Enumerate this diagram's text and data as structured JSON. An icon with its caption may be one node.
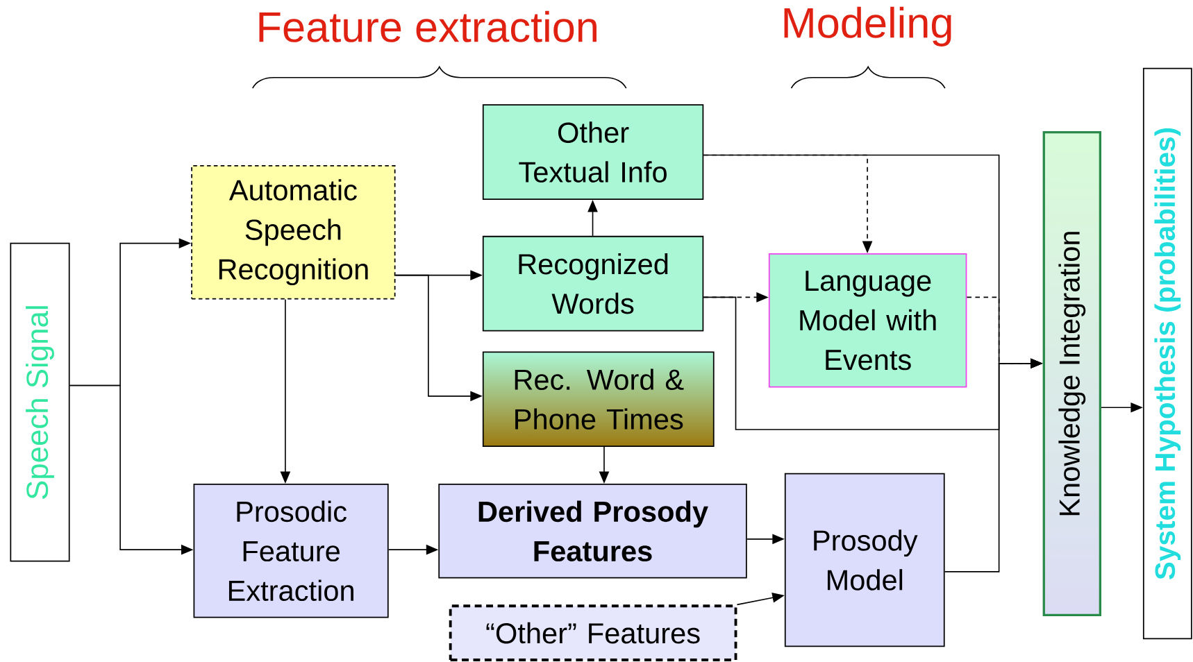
{
  "diagram": {
    "nodes": [
      {
        "text": [
          "Speech Signal"
        ]
      },
      {
        "text": [
          "Automatic Speech Recognition"
        ]
      },
      {
        "text": [
          "Other Textual Info"
        ]
      },
      {
        "text": [
          "Recognized Words"
        ]
      },
      {
        "text": [
          "Rec. Word & Phone Times"
        ]
      },
      {
        "text": [
          "Language Model with Events"
        ]
      },
      {
        "text": [
          "Prosodic Feature Extraction"
        ]
      },
      {
        "text": [
          "Derived Prosody Features"
        ]
      },
      {
        "text": [
          "“Other” Features"
        ]
      },
      {
        "text": [
          "Prosody Model"
        ]
      },
      {
        "text": [
          "Knowledge Integration"
        ]
      },
      {
        "text": [
          "System Hypothesis (probabilities)"
        ]
      }
    ],
    "edges": [
      {
        "from": 0,
        "to": 1,
        "arrow": "to"
      },
      {
        "from": 0,
        "to": 6,
        "arrow": "to"
      },
      {
        "from": 1,
        "to": 3,
        "arrow": "to"
      },
      {
        "from": 1,
        "to": 4,
        "arrow": "to"
      },
      {
        "from": 1,
        "to": 6,
        "arrow": "to"
      },
      {
        "from": 3,
        "to": 2,
        "arrow": "to"
      },
      {
        "from": 4,
        "to": 7,
        "arrow": "to"
      },
      {
        "from": 6,
        "to": 7,
        "arrow": "to"
      },
      {
        "from": 7,
        "to": 9,
        "arrow": "to"
      },
      {
        "from": 8,
        "to": 9,
        "arrow": "to"
      },
      {
        "from": 3,
        "to": 5,
        "arrow": "to",
        "style": "dashed"
      },
      {
        "from": 2,
        "to": 5,
        "arrow": "to",
        "style": "dashed"
      },
      {
        "from": 2,
        "to": 10,
        "arrow": "to"
      },
      {
        "from": 5,
        "to": 10,
        "arrow": "to",
        "style": "dashed"
      },
      {
        "from": 3,
        "to": 10,
        "arrow": "to"
      },
      {
        "from": 9,
        "to": 10,
        "arrow": "to"
      },
      {
        "from": 10,
        "to": 11,
        "arrow": "to"
      }
    ],
    "labels": [
      "Feature extraction",
      "Modeling"
    ]
  }
}
